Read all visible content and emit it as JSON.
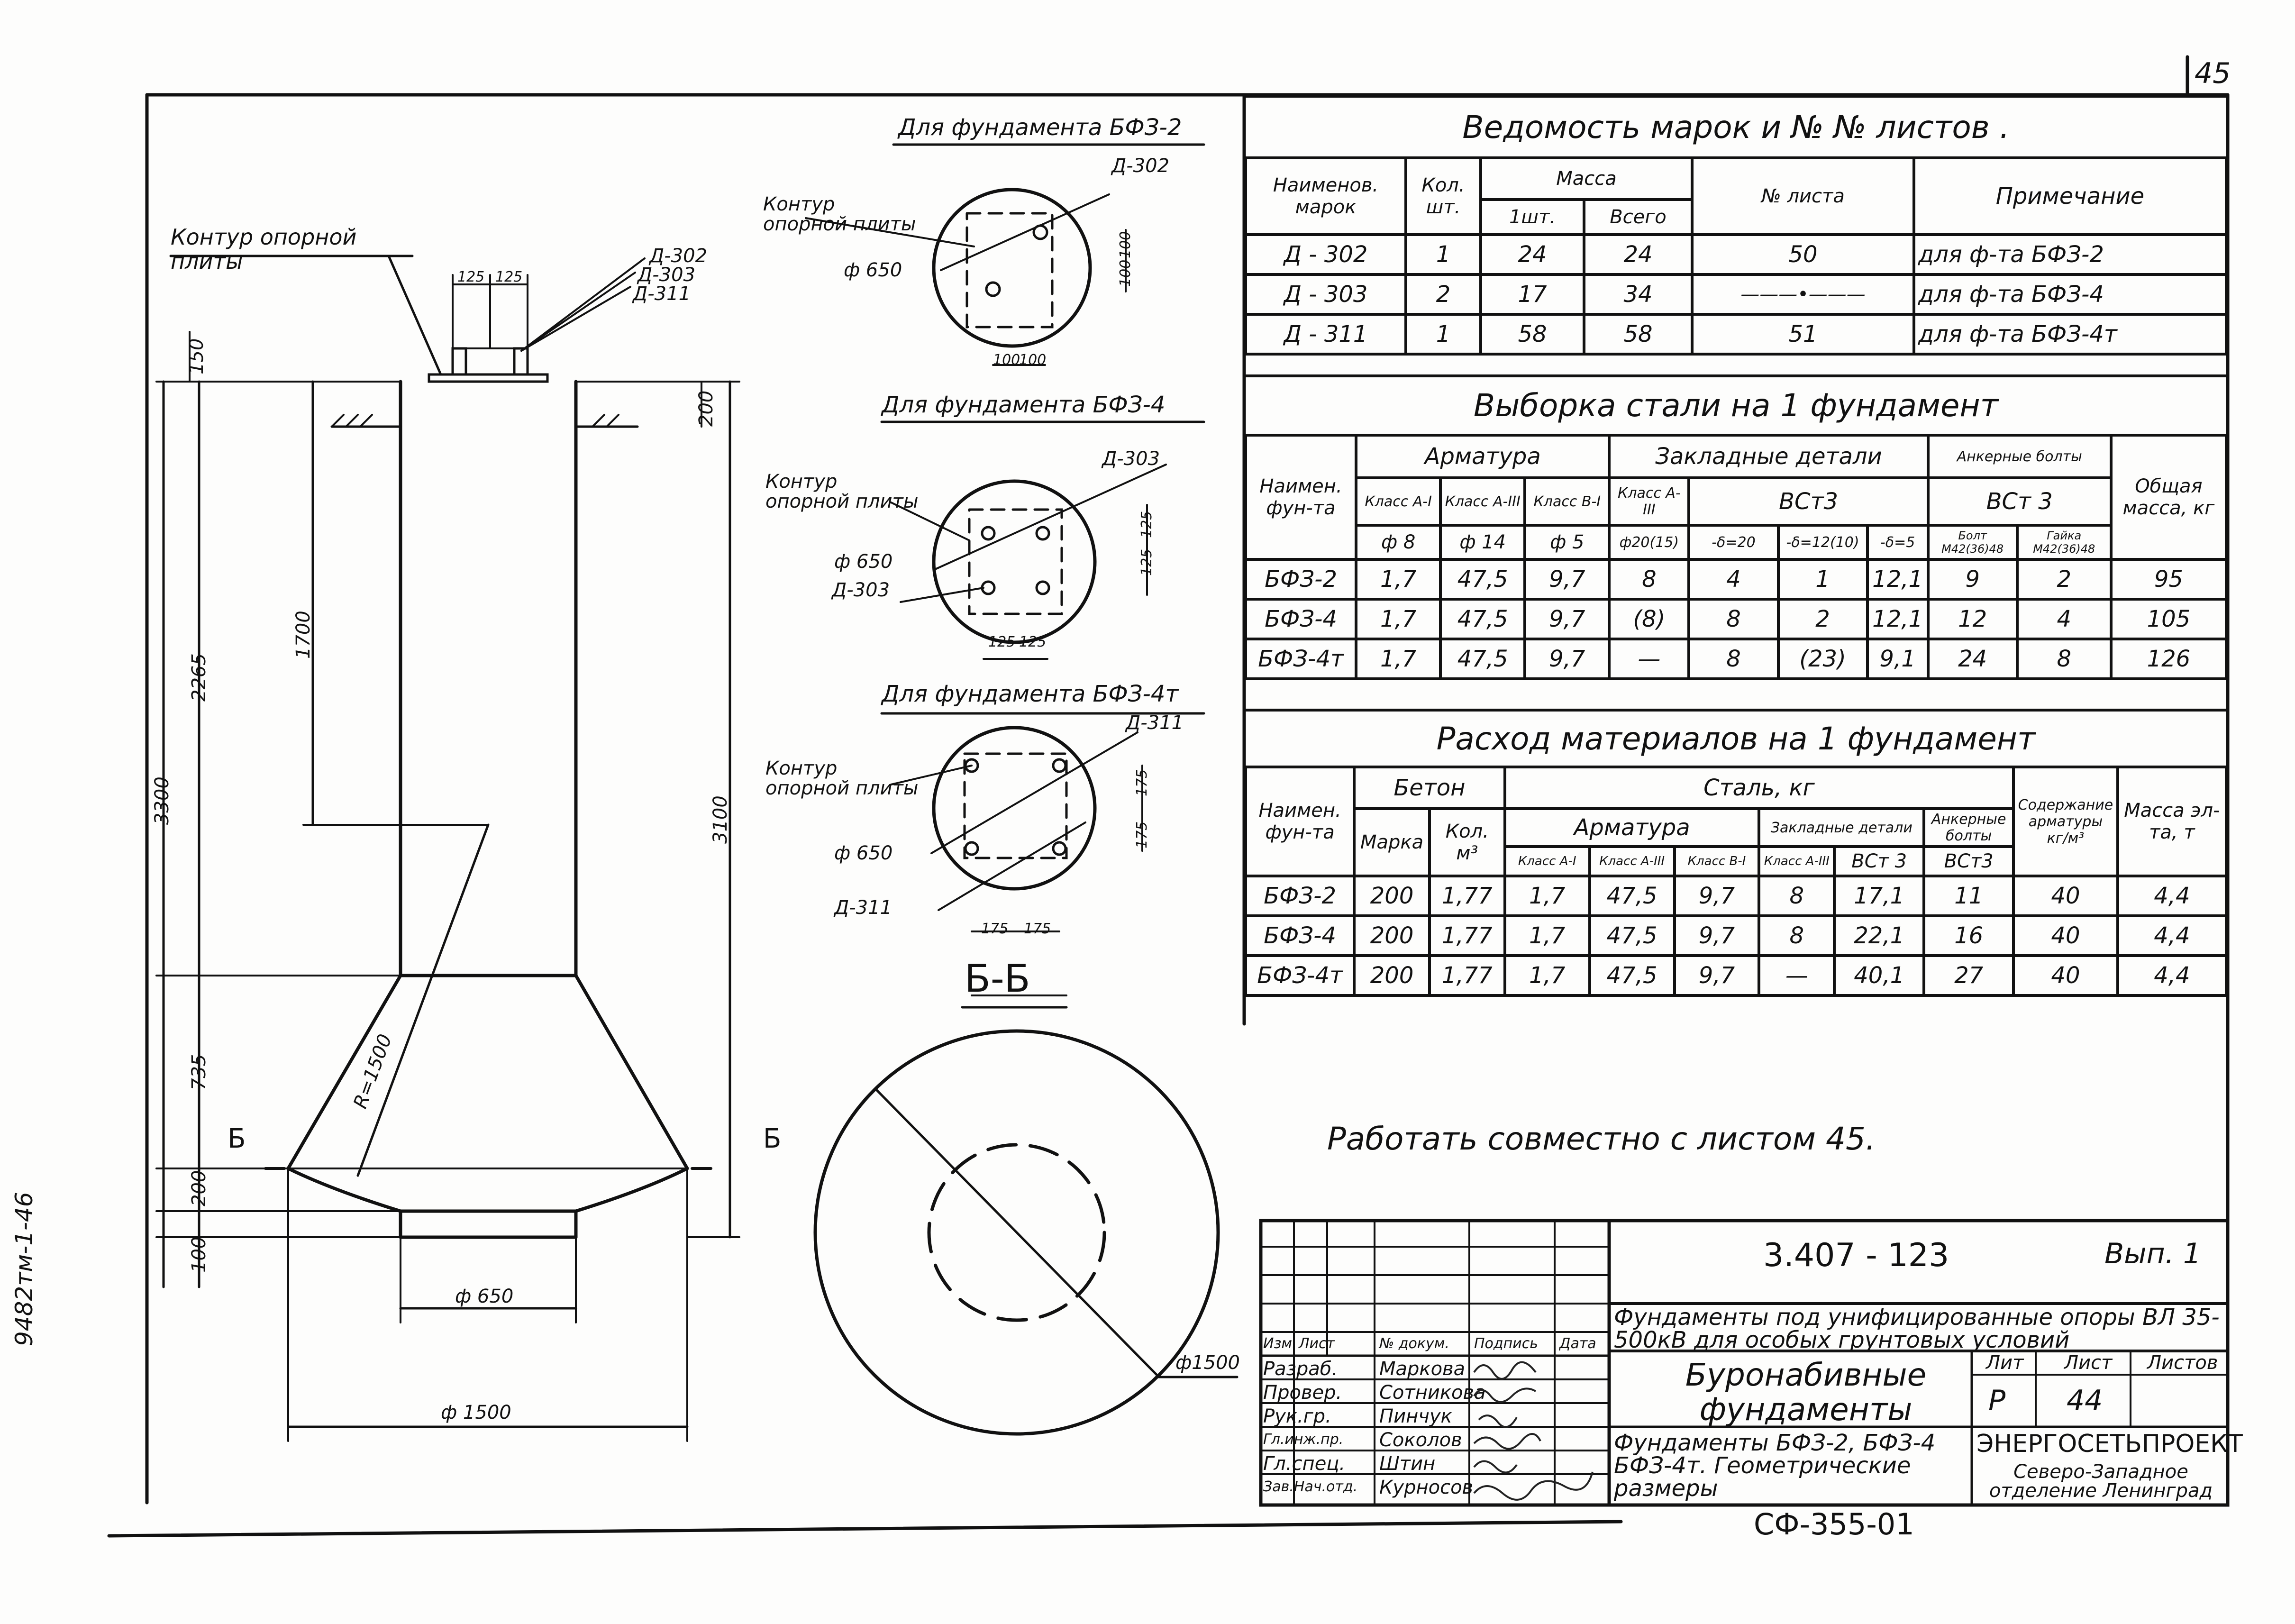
{
  "sheet_number_corner": "45",
  "archive_code": "9482тм-1-46",
  "section_label": "Б-Б",
  "drawing": {
    "contour_label": "Контур опорной плиты",
    "bolt_marks": [
      "Д-302",
      "Д-303",
      "Д-311"
    ],
    "dim_125a": "125",
    "dim_125b": "125",
    "dim_150": "150",
    "dim_200_top": "200",
    "dim_1700": "1700",
    "dim_2265": "2265",
    "dim_3300": "3300",
    "dim_3100": "3100",
    "dim_735": "735",
    "dim_200_bot": "200",
    "dim_100": "100",
    "radius_label": "R=1500",
    "dia_650": "ф 650",
    "dia_1500": "ф 1500",
    "section_marks": [
      "Б",
      "Б"
    ],
    "plan_dia_1500": "ф1500"
  },
  "details": [
    {
      "title": "Для фундамента БФЗ-2",
      "contour": "Контур опорной плиты",
      "bolt": "Д-302",
      "bolt2": "",
      "dia": "ф 650",
      "dims": [
        "100",
        "100"
      ],
      "vdims": [
        "100",
        "100"
      ]
    },
    {
      "title": "Для фундамента БФЗ-4",
      "contour": "Контур опорной плиты",
      "bolt": "Д-303",
      "bolt2": "Д-303",
      "dia": "ф 650",
      "dims": [
        "125",
        "125"
      ],
      "vdims": [
        "125",
        "125"
      ]
    },
    {
      "title": "Для фундамента БФЗ-4т",
      "contour": "Контур опорной плиты",
      "bolt": "Д-311",
      "bolt2": "Д-311",
      "dia": "ф 650",
      "dims": [
        "175",
        "175"
      ],
      "vdims": [
        "175",
        "175"
      ]
    }
  ],
  "table1": {
    "title": "Ведомость марок и  № № листов .",
    "h": [
      "Наименов. марок",
      "Кол. шт.",
      "Масса",
      "1шт.",
      "Всего",
      "№ листа",
      "Примечание"
    ],
    "rows": [
      [
        "Д - 302",
        "1",
        "24",
        "24",
        "50",
        "для ф-та БФЗ-2"
      ],
      [
        "Д - 303",
        "2",
        "17",
        "34",
        "———•———",
        "для ф-та БФЗ-4"
      ],
      [
        "Д - 311",
        "1",
        "58",
        "58",
        "51",
        "для ф-та БФЗ-4т"
      ]
    ]
  },
  "table2": {
    "title": "Выборка стали на 1 фундамент",
    "h_name": "Наимен. фун-та",
    "h_arm": "Арматура",
    "h_zakl": "Закладные детали",
    "h_anker": "Анкерные болты",
    "h_total": "Общая масса, кг",
    "h_classes": [
      "Класс А-I",
      "Класс А-III",
      "Класс В-I",
      "Класс А-III"
    ],
    "h_vst3a": "ВСт3",
    "h_vst3b": "ВСт 3",
    "h_dia": [
      "ф 8",
      "ф 14",
      "ф 5",
      "ф20(15)",
      "-δ=20",
      "-δ=12(10)",
      "-δ=5",
      "Болт М42(36)48",
      "Гайка М42(36)48"
    ],
    "rows": [
      [
        "БФЗ-2",
        "1,7",
        "47,5",
        "9,7",
        "8",
        "4",
        "1",
        "12,1",
        "9",
        "2",
        "95"
      ],
      [
        "БФЗ-4",
        "1,7",
        "47,5",
        "9,7",
        "(8)",
        "8",
        "2",
        "12,1",
        "12",
        "4",
        "105"
      ],
      [
        "БФЗ-4т",
        "1,7",
        "47,5",
        "9,7",
        "—",
        "8",
        "(23)",
        "9,1",
        "24",
        "8",
        "126"
      ]
    ]
  },
  "table3": {
    "title": "Расход материалов на 1 фундамент",
    "h_name": "Наимен. фун-та",
    "h_beton": "Бетон",
    "h_steel": "Сталь, кг",
    "h_mark": "Марка",
    "h_kol": "Кол. м³",
    "h_arm": "Арматура",
    "h_zakl": "Закладные детали",
    "h_anker": "Анкерные болты",
    "h_sod": "Содержание арматуры кг/м³",
    "h_mass": "Масса эл-та, т",
    "h_classes": [
      "Класс А-I",
      "Класс А-III",
      "Класс В-I",
      "Класс А-III",
      "ВСт 3",
      "ВСт3"
    ],
    "rows": [
      [
        "БФЗ-2",
        "200",
        "1,77",
        "1,7",
        "47,5",
        "9,7",
        "8",
        "17,1",
        "11",
        "40",
        "4,4"
      ],
      [
        "БФЗ-4",
        "200",
        "1,77",
        "1,7",
        "47,5",
        "9,7",
        "8",
        "22,1",
        "16",
        "40",
        "4,4"
      ],
      [
        "БФЗ-4т",
        "200",
        "1,77",
        "1,7",
        "47,5",
        "9,7",
        "—",
        "40,1",
        "27",
        "40",
        "4,4"
      ]
    ]
  },
  "note": "Работать совместно с листом  45.",
  "stamp": {
    "code": "3.407 - 123",
    "issue": "Вып. 1",
    "project": "Фундаменты под унифицированные опоры ВЛ 35-500кВ для особых грунтовых условий",
    "section": "Буронабивные фундаменты",
    "sheet_title": "Фундаменты БФЗ-2, БФЗ-4 БФЗ-4т. Геометрические размеры",
    "lit_label": "Лит",
    "list_label": "Лист",
    "lists_label": "Листов",
    "lit": "Р",
    "list": "44",
    "lists": "",
    "org": "ЭНЕРГОСЕТЬПРОЕКТ",
    "org_sub": "Северо-Западное отделение Ленинград",
    "head": [
      "Изм.",
      "Лист",
      "№ докум.",
      "Подпись",
      "Дата"
    ],
    "roles": [
      [
        "Разраб.",
        "Маркова"
      ],
      [
        "Провер.",
        "Сотникова"
      ],
      [
        "Рук.гр.",
        "Пинчук"
      ],
      [
        "Гл.инж.пр.",
        "Соколов"
      ],
      [
        "Гл.спец.",
        "Штин"
      ],
      [
        "Зав.Нач.отд.",
        "Курносов"
      ]
    ]
  },
  "bottom_code": "СФ-355-01"
}
